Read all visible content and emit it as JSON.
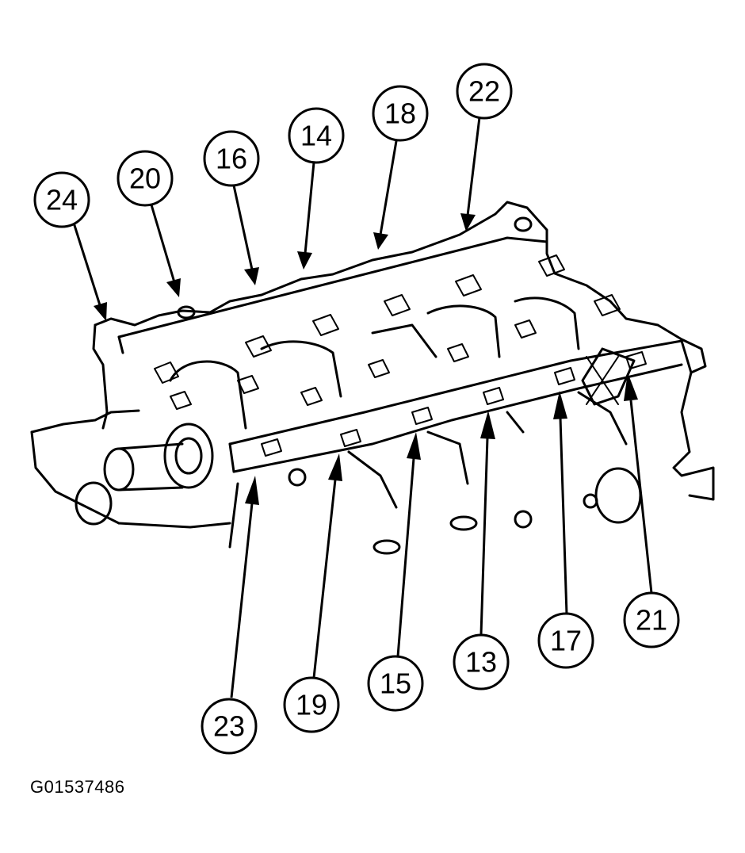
{
  "figure_id": "G01537486",
  "callouts": [
    {
      "label": "24"
    },
    {
      "label": "20"
    },
    {
      "label": "16"
    },
    {
      "label": "14"
    },
    {
      "label": "18"
    },
    {
      "label": "22"
    },
    {
      "label": "23"
    },
    {
      "label": "19"
    },
    {
      "label": "15"
    },
    {
      "label": "13"
    },
    {
      "label": "17"
    },
    {
      "label": "21"
    }
  ]
}
